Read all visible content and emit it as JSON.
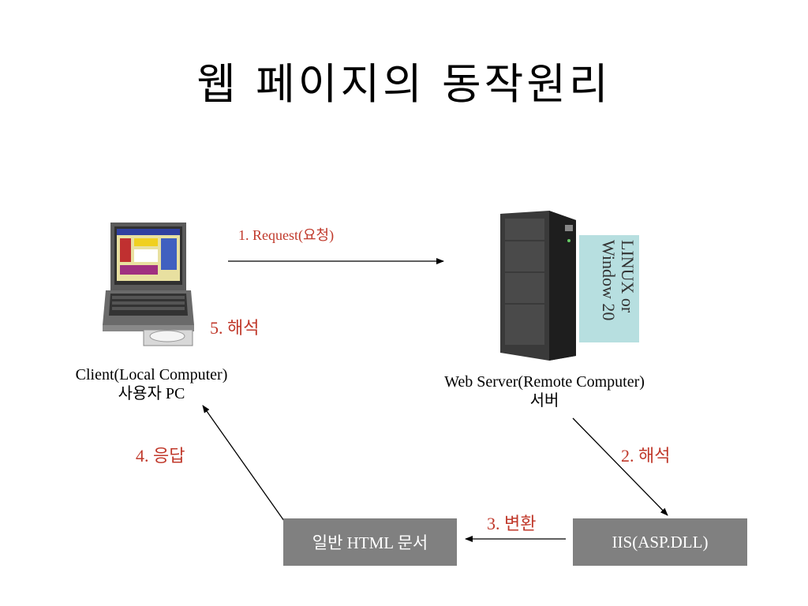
{
  "title": "웹 페이지의 동작원리",
  "client": {
    "line1": "Client(Local Computer)",
    "line2": "사용자 PC"
  },
  "server": {
    "line1": "Web Server(Remote Computer)",
    "line2": "서버",
    "os_label_1": "LINUX or",
    "os_label_2": "Window 20"
  },
  "steps": {
    "request": "1. Request(요청)",
    "interpret_server": "2. 해석",
    "convert": "3. 변환",
    "response": "4. 응답",
    "interpret_client": "5. 해석"
  },
  "boxes": {
    "html_doc": "일반 HTML 문서",
    "iis": "IIS(ASP.DLL)"
  },
  "colors": {
    "step_text": "#c0392b",
    "box_bg": "#808080",
    "os_bg": "#b7dfe0"
  },
  "icons": {
    "client": "laptop-icon",
    "server": "tower-server-icon"
  }
}
